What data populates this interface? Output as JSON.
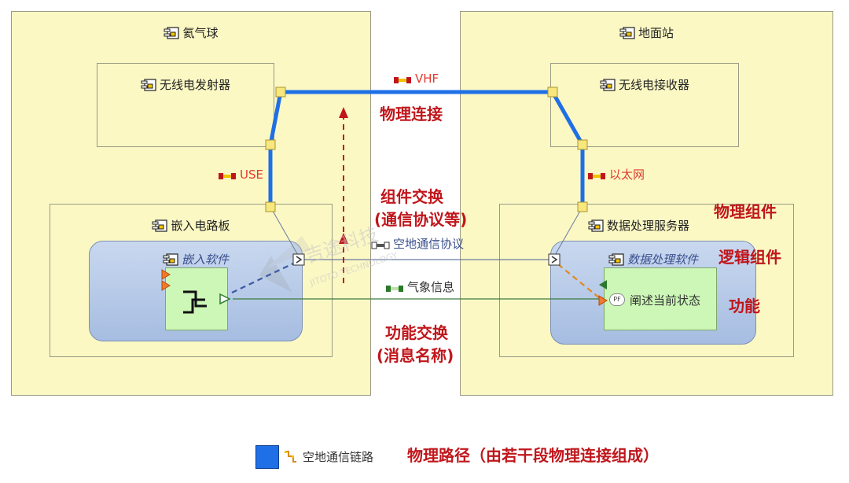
{
  "nodes": {
    "balloon": "氦气球",
    "ground_station": "地面站",
    "radio_transmitter": "无线电发射器",
    "radio_receiver": "无线电接收器",
    "embedded_board": "嵌入电路板",
    "data_server": "数据处理服务器",
    "embedded_software": "嵌入软件",
    "data_software": "数据处理软件",
    "describe_state": "阐述当前状态"
  },
  "links": {
    "vhf": "VHF",
    "use": "USE",
    "ethernet": "以太网",
    "air_ground_protocol": "空地通信协议",
    "weather_info": "气象信息"
  },
  "annotations": {
    "physical_link": "物理连接",
    "component_exchange_1": "组件交换",
    "component_exchange_2": "(通信协议等)",
    "physical_component": "物理组件",
    "logical_component": "逻辑组件",
    "function": "功能",
    "function_exchange_1": "功能交换",
    "function_exchange_2": "(消息名称)"
  },
  "legend": {
    "item_label": "空地通信链路",
    "description": "物理路径（由若干段物理连接组成）"
  },
  "watermark": {
    "brand_cn": "吉途科技",
    "brand_en": "JITOTO TECHNOLOGY"
  },
  "colors": {
    "physical_path": "#1f6fe6",
    "annotation": "#c0161b",
    "node_fill": "#fbf8c4",
    "logical_fill": "#b4c8e8",
    "function_fill": "#ccf7b7"
  }
}
